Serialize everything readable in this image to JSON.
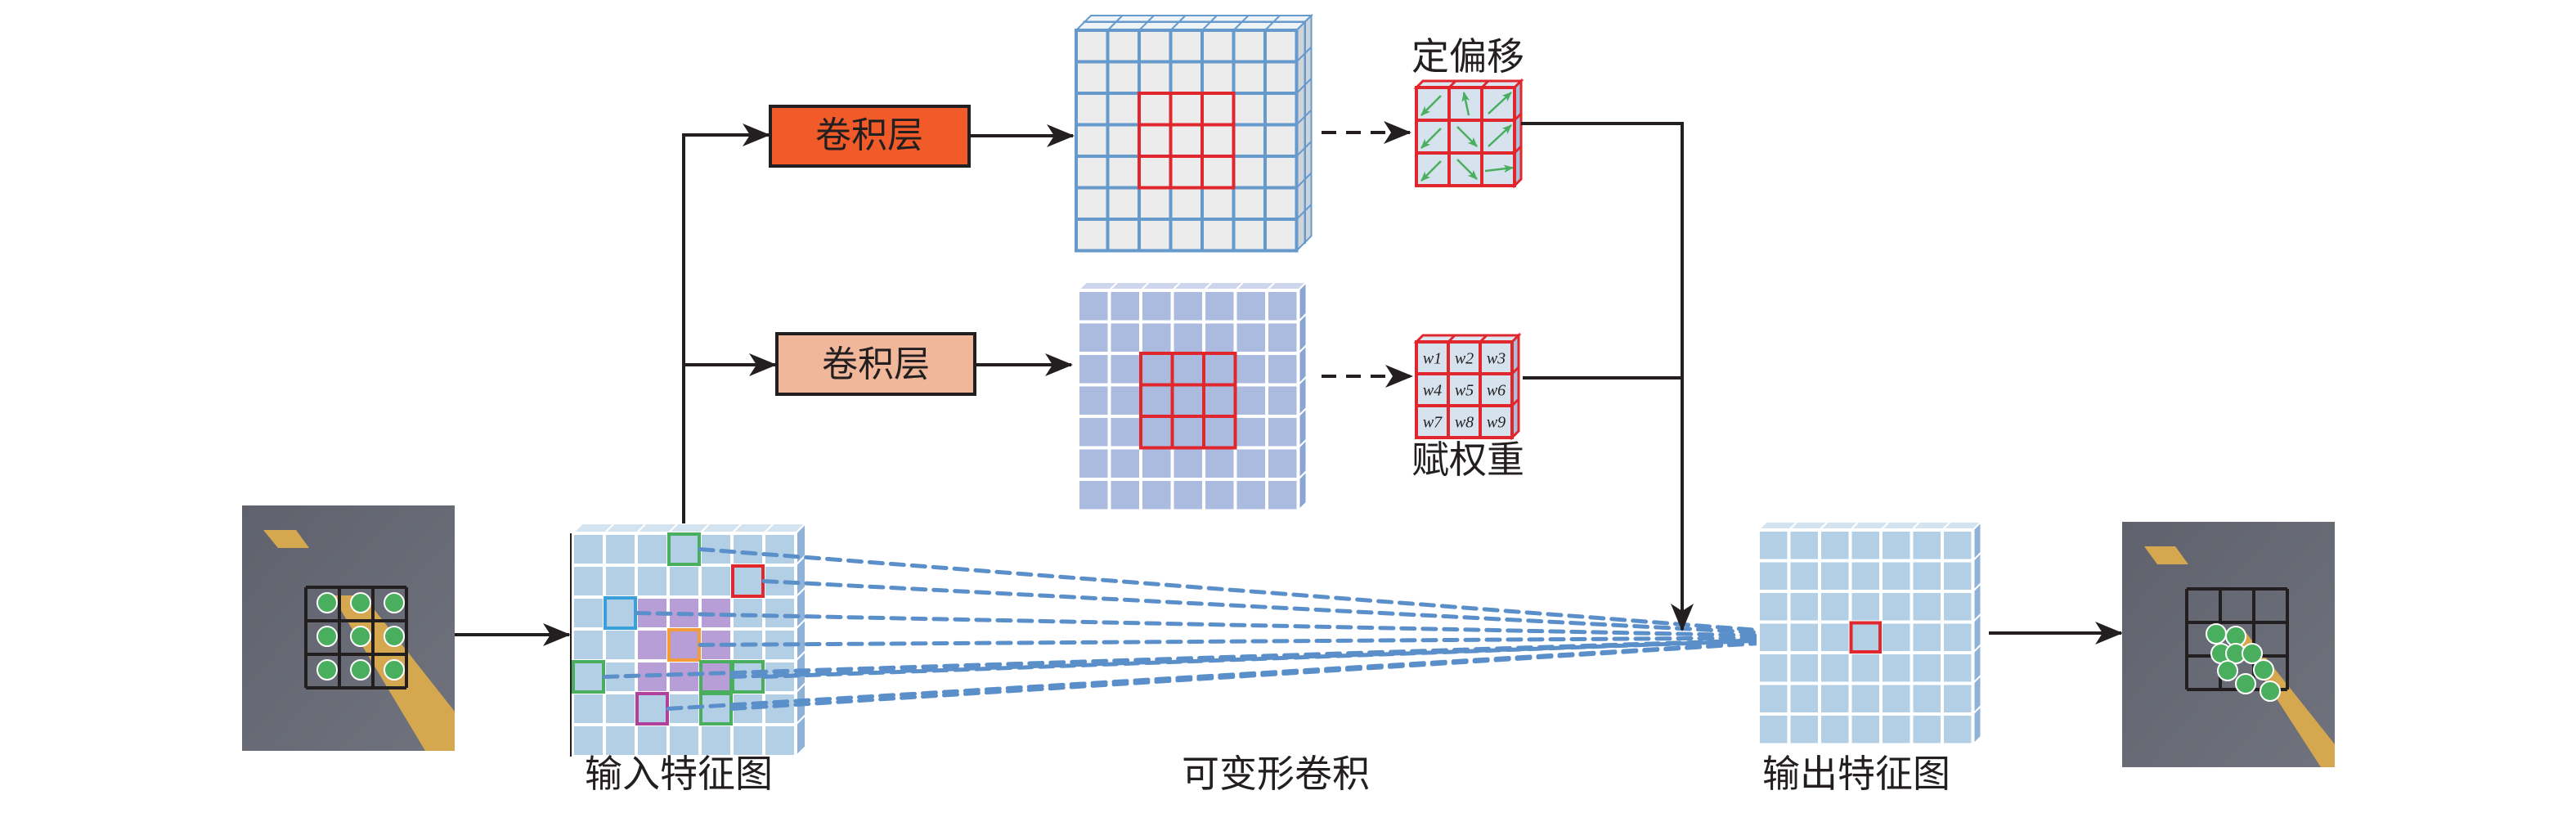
{
  "title": "可变形卷积",
  "labels": {
    "input_feature_map": "输入特征图",
    "deformable_conv": "可变形卷积",
    "output_feature_map": "输出特征图",
    "offset": "定偏移",
    "weights": "赋权重"
  },
  "conv_layers": [
    {
      "label": "卷积层",
      "color": "#f15a29"
    },
    {
      "label": "卷积层",
      "color": "#f1b79a"
    }
  ],
  "weight_cells": [
    "w1",
    "w2",
    "w3",
    "w4",
    "w5",
    "w6",
    "w7",
    "w8",
    "w9"
  ],
  "offset_arrows": [
    "down-left",
    "up",
    "up-right",
    "down-left",
    "down-right",
    "up-right",
    "down-left",
    "down-right",
    "right"
  ],
  "grid_size": 7,
  "kernel_size": 3,
  "colors": {
    "feature_cell": "#b3cfe6",
    "feature_side": "#8fb2d8",
    "offset_map_cell": "#ececec",
    "offset_map_line": "#6699cc",
    "weight_map_cell": "#aabbdf",
    "kernel_red": "#e0272e",
    "sample_purple": "#b89ed6",
    "dash_blue": "#5b8fc9",
    "dot_green": "#4aae5f",
    "arrow_green": "#4aae5f",
    "line_black": "#231f20",
    "road": "#6b6e78",
    "road_marking": "#d5a84f"
  },
  "sample_markers": [
    {
      "col": 3,
      "row": 0,
      "color": "#4aae5f"
    },
    {
      "col": 5,
      "row": 1,
      "color": "#e0272e"
    },
    {
      "col": 1,
      "row": 2,
      "color": "#3aa0db"
    },
    {
      "col": 3,
      "row": 3,
      "color": "#f39a3b"
    },
    {
      "col": 0,
      "row": 4,
      "color": "#4aae5f"
    },
    {
      "col": 4,
      "row": 4,
      "color": "#4aae5f"
    },
    {
      "col": 5,
      "row": 4,
      "color": "#4aae5f"
    },
    {
      "col": 2,
      "row": 5,
      "color": "#b0409c"
    },
    {
      "col": 4,
      "row": 5,
      "color": "#4aae5f"
    }
  ]
}
